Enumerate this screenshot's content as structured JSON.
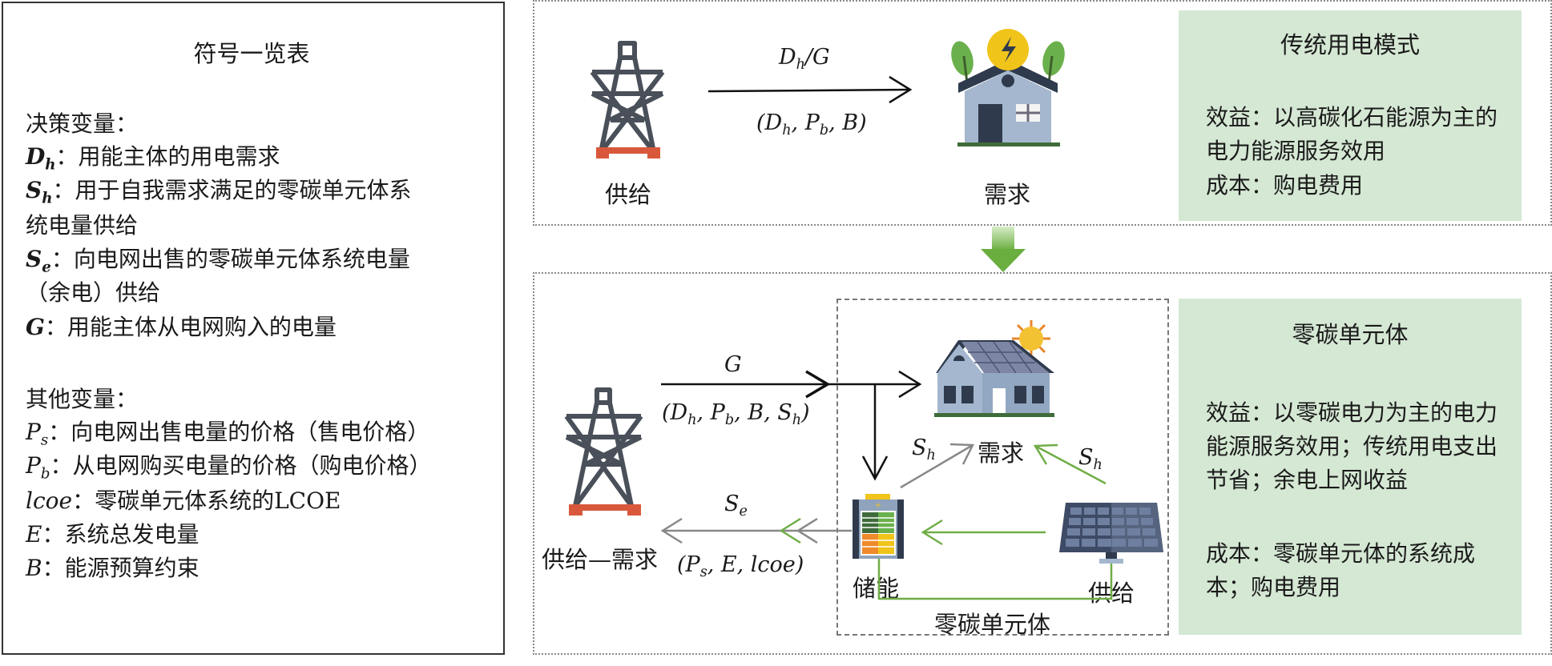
{
  "legend": {
    "title": "符号一览表",
    "decision_header": "决策变量：",
    "decision_vars": [
      {
        "symbol": "D",
        "sub": "h",
        "desc": "：用能主体的用电需求"
      },
      {
        "symbol": "S",
        "sub": "h",
        "desc": "：用于自我需求满足的零碳单元体系",
        "desc_cont": "统电量供给"
      },
      {
        "symbol": "S",
        "sub": "e",
        "desc": "：向电网出售的零碳单元体系统电量",
        "desc_cont": "（余电）供给"
      },
      {
        "symbol": "G",
        "sub": "",
        "desc": "：用能主体从电网购入的电量"
      }
    ],
    "other_header": "其他变量：",
    "other_vars": [
      {
        "symbol": "P",
        "sub": "s",
        "desc": "：向电网出售电量的价格（售电价格）"
      },
      {
        "symbol": "P",
        "sub": "b",
        "desc": "：从电网购买电量的价格（购电价格）"
      },
      {
        "symbol": "lcoe",
        "sub": "",
        "desc": "：零碳单元体系统的LCOE"
      },
      {
        "symbol": "E",
        "sub": "",
        "desc": "：系统总发电量"
      },
      {
        "symbol": "B",
        "sub": "",
        "desc": "：能源预算约束"
      }
    ]
  },
  "traditional": {
    "supply_label": "供给",
    "demand_label": "需求",
    "arrow_top": {
      "main": "D",
      "sub": "h",
      "rest": "/G"
    },
    "arrow_bottom": "(D_h, P_b, B)",
    "arrow_bottom_parts": [
      "(",
      "D",
      "h",
      ", ",
      "P",
      "b",
      ", B)"
    ],
    "panel": {
      "title": "传统用电模式",
      "benefit": "效益：以高碳化石能源为主的电力能源服务效用",
      "cost": "成本：购电费用"
    }
  },
  "zero_carbon": {
    "grid_label": "供给—需求",
    "grid_params": {
      "parts": [
        "(",
        "P",
        "s",
        ", E, lcoe)"
      ]
    },
    "g_label": "G",
    "g_params": {
      "parts": [
        "(",
        "D",
        "h",
        ", ",
        "P",
        "b",
        ", B, ",
        "S",
        "h",
        ")"
      ]
    },
    "se_label": {
      "main": "S",
      "sub": "e"
    },
    "sh_left": {
      "main": "S",
      "sub": "h"
    },
    "sh_right": {
      "main": "S",
      "sub": "h"
    },
    "demand_label": "需求",
    "storage_label": "储能",
    "supply_label": "供给",
    "unit_label": "零碳单元体",
    "panel": {
      "title": "零碳单元体",
      "benefit": "效益：以零碳电力为主的电力能源服务效用；传统用电支出节省；余电上网收益",
      "cost": "成本：零碳单元体的系统成本；购电费用"
    }
  },
  "colors": {
    "panel_green": "#d5e8d4",
    "flow_green": "#70ad47",
    "flow_gray": "#888888",
    "tower": "#4a5059",
    "tower_base": "#d9583b"
  }
}
